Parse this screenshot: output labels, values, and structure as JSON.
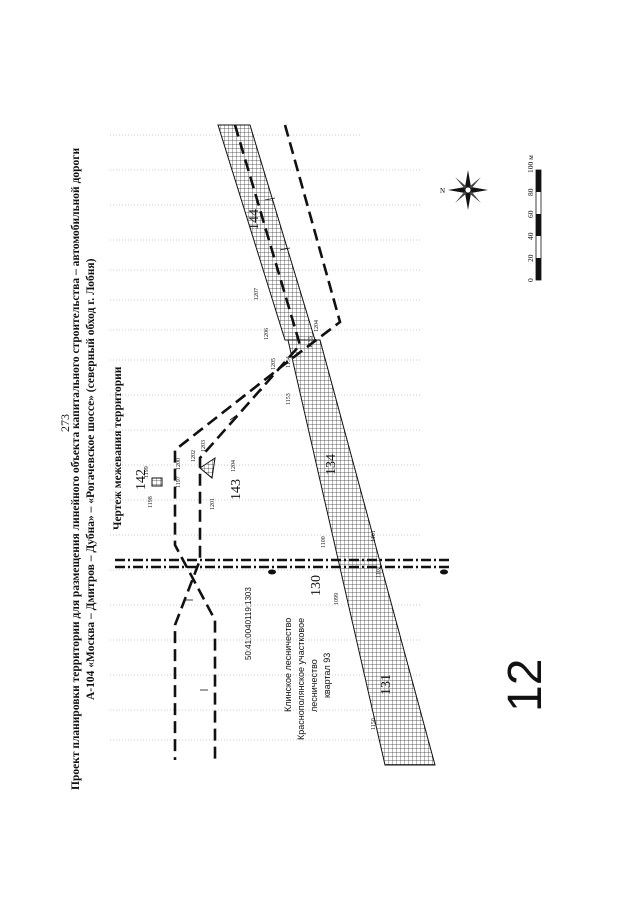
{
  "page": {
    "number": "273"
  },
  "title": {
    "line1": "Проект планировки территории для размещения линейного объекта капитального строительства – автомобильной дороги",
    "line2": "А-104 «Москва – Дмитров – Дубна» – «Рогачевское шоссе» (северный обход г. Лобня)",
    "line3": "Чертеж межевания территории"
  },
  "forestry": {
    "line1": "Клинское лесничество",
    "line2": "Краснополянское участковое",
    "line3": "лесничество",
    "line4": "квартал 93"
  },
  "cadastral_number": "50:41:0040119:1303",
  "sheet_number": "12",
  "parcels": [
    "142",
    "143",
    "144",
    "130",
    "131",
    "134"
  ],
  "points": [
    "1198",
    "1199",
    "1197",
    "1200",
    "1201",
    "1202",
    "1203",
    "1204",
    "1153",
    "1154",
    "1155",
    "1205",
    "1206",
    "1207",
    "1204",
    "1099",
    "1100",
    "1101",
    "1102",
    "1150"
  ],
  "scale_bar": {
    "ticks": [
      "0",
      "20",
      "40",
      "60",
      "80",
      "100 м"
    ]
  },
  "compass": {
    "north_label": "N"
  }
}
